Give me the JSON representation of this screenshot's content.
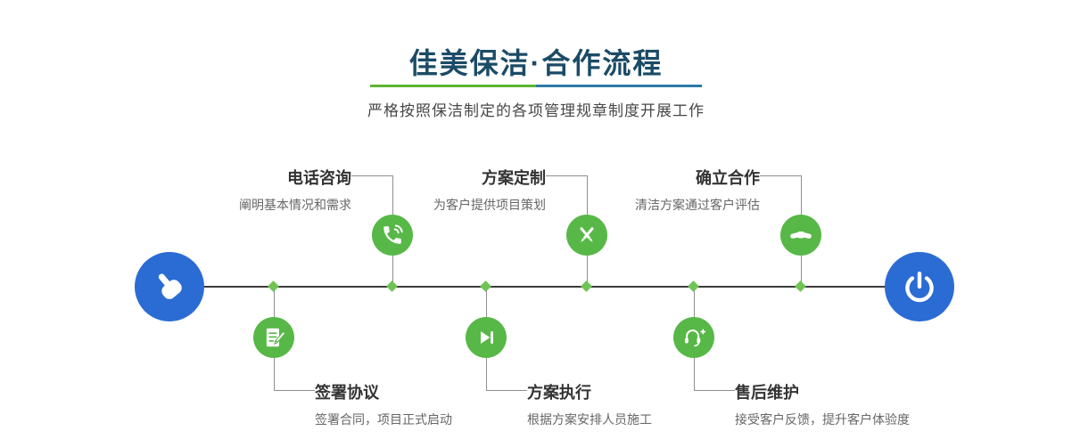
{
  "page": {
    "title": "佳美保洁·合作流程",
    "subtitle": "严格按照保洁制定的各项管理规章制度开展工作"
  },
  "colors": {
    "title_text": "#1b4b66",
    "divider_green": "#5cb531",
    "divider_blue": "#2c7ca8",
    "node_green": "#57b847",
    "diamond_green": "#6fc455",
    "endpoint_blue": "#2b6cd4",
    "timeline_line": "#3c3c3c"
  },
  "timeline": {
    "start_icon": "pointer-hand-icon",
    "end_icon": "power-icon",
    "steps_top": [
      {
        "label": "电话咨询",
        "desc": "阐明基本情况和需求",
        "icon": "phone-icon"
      },
      {
        "label": "方案定制",
        "desc": "为客户提供项目策划",
        "icon": "crossed-pencils-icon"
      },
      {
        "label": "确立合作",
        "desc": "清洁方案通过客户评估",
        "icon": "handshake-icon"
      }
    ],
    "steps_bottom": [
      {
        "label": "签署协议",
        "desc": "签署合同，项目正式启动",
        "icon": "document-pen-icon"
      },
      {
        "label": "方案执行",
        "desc": "根据方案安排人员施工",
        "icon": "step-forward-icon"
      },
      {
        "label": "售后维护",
        "desc": "接受客户反馈，提升客户体验度",
        "icon": "headset-plus-icon"
      }
    ]
  }
}
